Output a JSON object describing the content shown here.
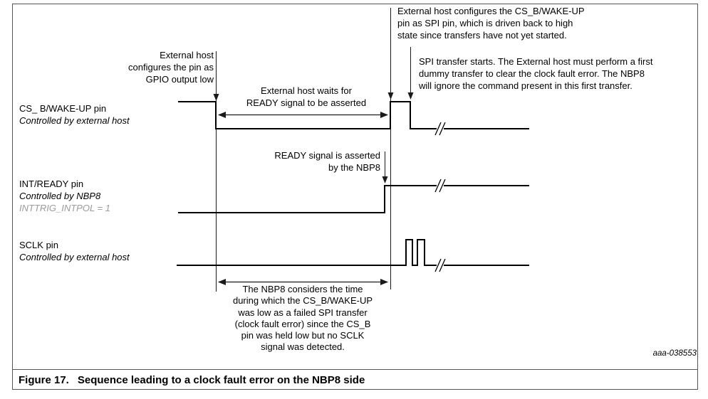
{
  "figure": {
    "caption_label": "Figure 17.",
    "caption_title": "Sequence leading to a clock fault error on the NBP8 side",
    "reference": "aaa-038553"
  },
  "signals": [
    {
      "name": "CS_ B/WAKE-UP pin",
      "sub": "Controlled by external host",
      "note": ""
    },
    {
      "name": "INT/READY pin",
      "sub": "Controlled by NBP8",
      "note": "INTTRIG_INTPOL = 1"
    },
    {
      "name": "SCLK pin",
      "sub": "Controlled by external host",
      "note": ""
    }
  ],
  "annotations": {
    "config_spi": "External host configures the CS_B/WAKE-UP\npin as SPI pin, which is driven back to high\nstate since transfers have not yet started.",
    "spi_start": "SPI transfer starts. The External host must perform a first\ndummy transfer to clear the clock fault error. The NBP8\nwill ignore the command present in this first transfer.",
    "gpio_low": "External host\nconfigures the pin as\nGPIO output low",
    "wait_ready": "External host waits for\nREADY signal to be asserted",
    "ready_asserted": "READY signal is asserted\nby the NBP8",
    "clock_fault": "The NBP8 considers the time\nduring which the CS_B/WAKE-UP\nwas low as a failed SPI transfer\n(clock fault error) since the CS_B\npin was held low but no SCLK\nsignal was detected."
  },
  "colors": {
    "waveform": "#000000",
    "event_line": "#1a1a1a",
    "note_gray": "#9b9b9b",
    "border_gray": "#555555"
  }
}
